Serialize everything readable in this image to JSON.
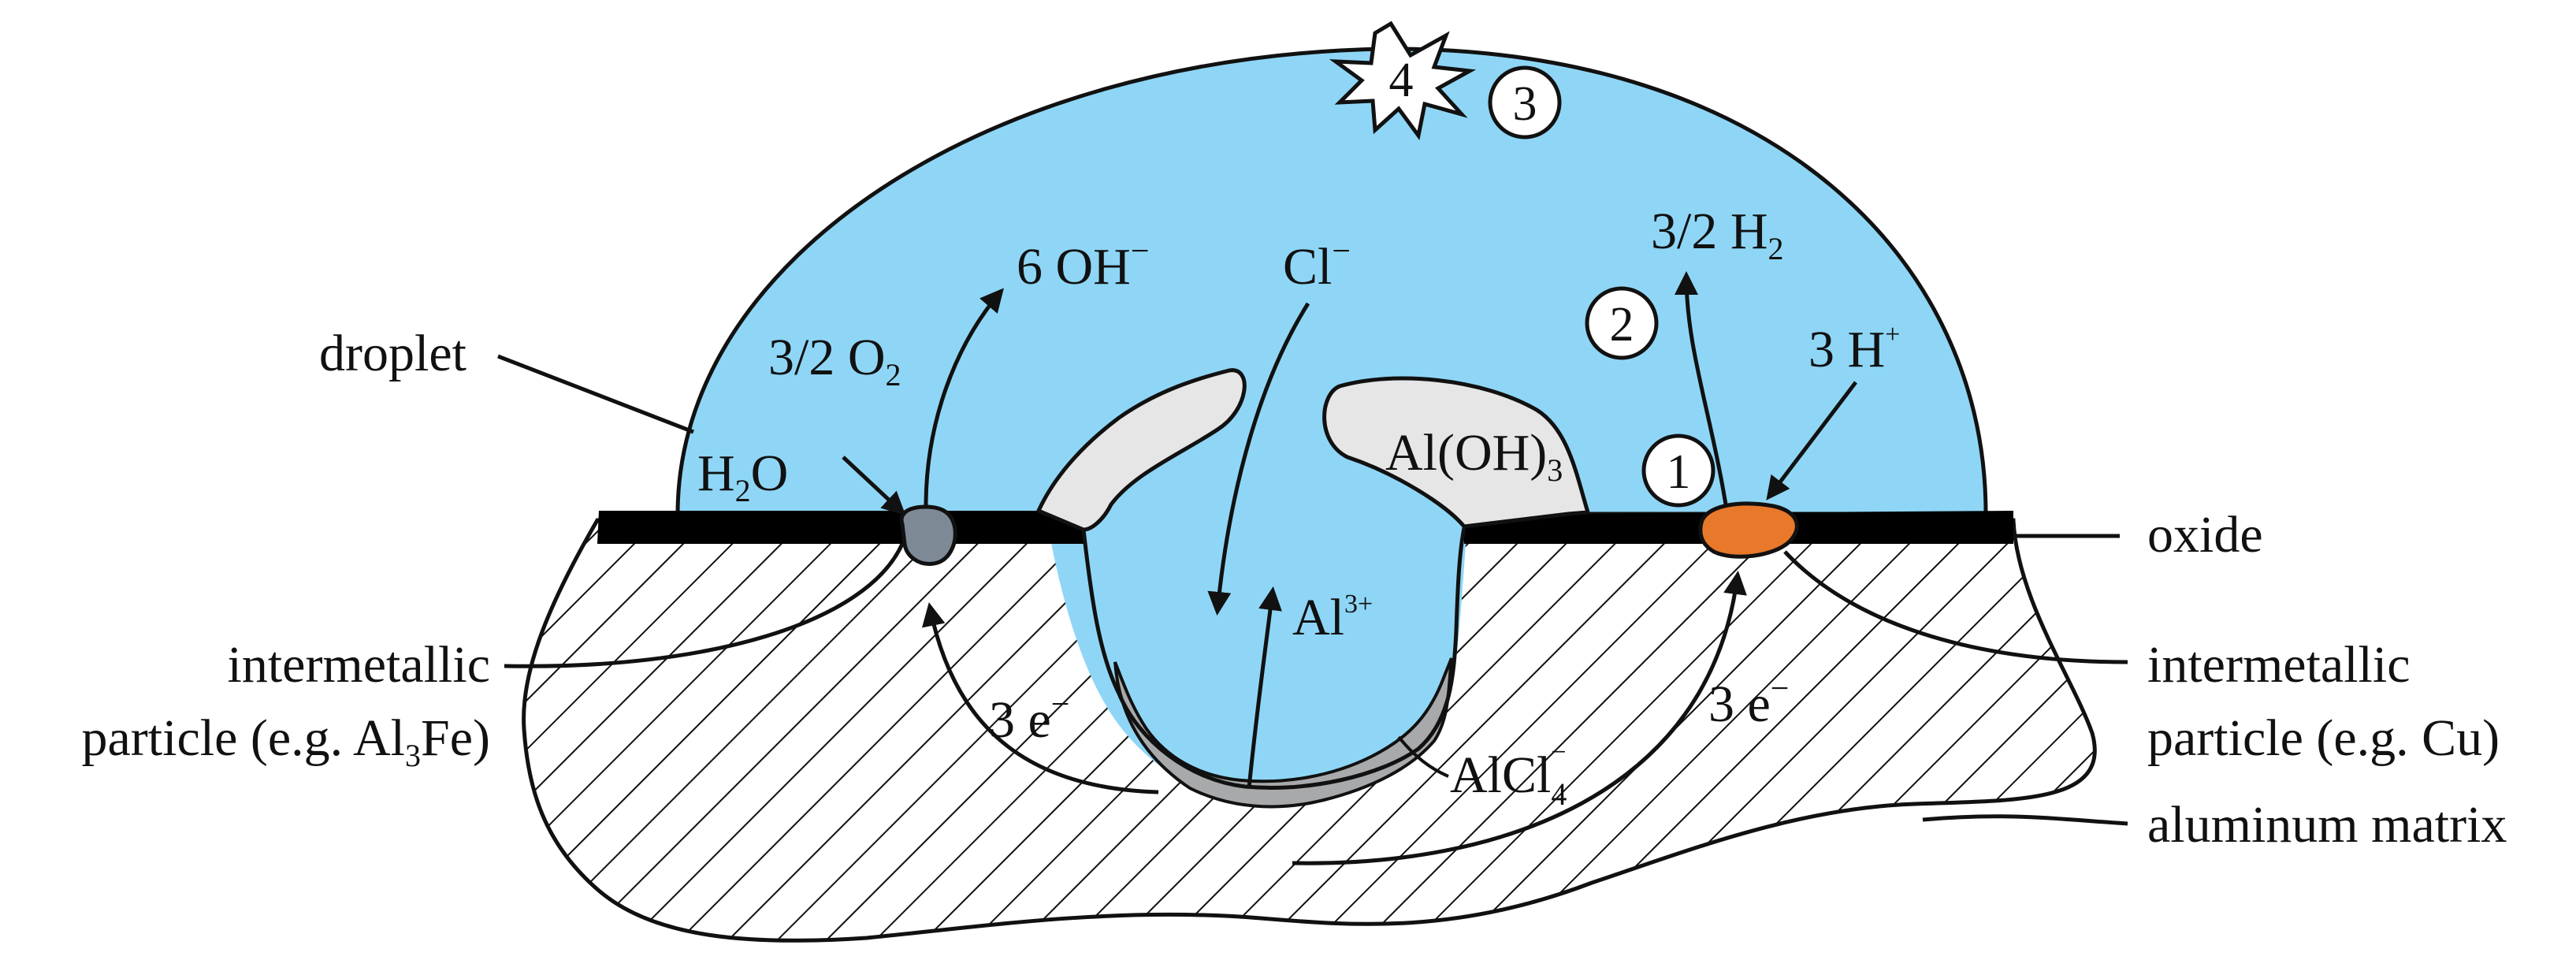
{
  "labels": {
    "droplet": "droplet",
    "oxide": "oxide",
    "intermetallic_left_1": "intermetallic",
    "intermetallic_left_2_pre": "particle (e.g. Al",
    "intermetallic_left_2_sub": "3",
    "intermetallic_left_2_post": "Fe)",
    "intermetallic_right_1": "intermetallic",
    "intermetallic_right_2": "particle (e.g. Cu)",
    "aluminum_matrix": "aluminum matrix"
  },
  "species": {
    "h2o_base": "H",
    "h2o_sub": "2",
    "h2o_post": "O",
    "o2_base": "3/2 O",
    "o2_sub": "2",
    "oh_base": "6 OH",
    "oh_sup": "−",
    "cl_base": "Cl",
    "cl_sup": "−",
    "aloh_base": "Al(OH)",
    "aloh_sub": "3",
    "h2_base": "3/2 H",
    "h2_sub": "2",
    "hplus_base": "3 H",
    "hplus_sup": "+",
    "al3_base": "Al",
    "al3_sup": "3+",
    "e_left_base": "3 e",
    "e_left_sup": "−",
    "e_right_base": "3 e",
    "e_right_sup": "−",
    "alcl4_base": "AlCl",
    "alcl4_sub": "4",
    "alcl4_sup": "−"
  },
  "steps": [
    "1",
    "2",
    "3",
    "4"
  ],
  "colors": {
    "droplet": "#8fd6f6",
    "oxide": "#000000",
    "cathode_left": "#7d8a96",
    "cathode_right": "#e8782a",
    "hydroxide_deposit": "#e6e6e6",
    "chloride_film": "#a7a9ab",
    "outline": "#111111"
  }
}
